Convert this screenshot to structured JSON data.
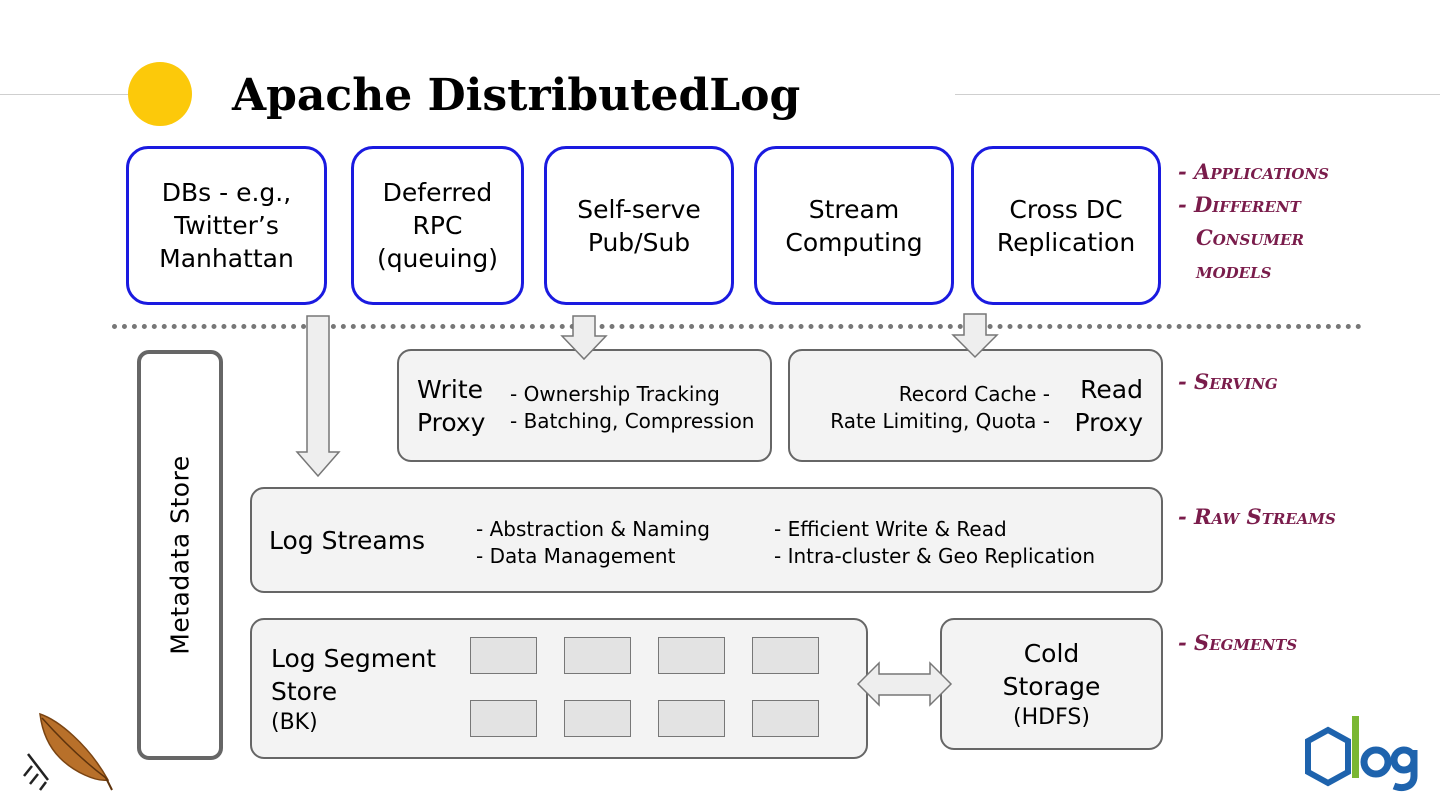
{
  "title": "Apache DistributedLog",
  "applications": [
    {
      "label": "DBs - e.g.,\nTwitter’s\nManhattan"
    },
    {
      "label": "Deferred\nRPC\n(queuing)"
    },
    {
      "label": "Self-serve\nPub/Sub"
    },
    {
      "label": "Stream\nComputing"
    },
    {
      "label": "Cross DC\nReplication"
    }
  ],
  "write_proxy": {
    "title_line1": "Write",
    "title_line2": "Proxy",
    "features": [
      "- Ownership Tracking",
      "- Batching, Compression"
    ]
  },
  "read_proxy": {
    "title_line1": "Read",
    "title_line2": "Proxy",
    "features": [
      "Record Cache -",
      "Rate Limiting, Quota -"
    ]
  },
  "log_streams": {
    "title": "Log Streams",
    "features_left": [
      "- Abstraction & Naming",
      "- Data Management"
    ],
    "features_right": [
      "- Efficient Write & Read",
      "- Intra-cluster & Geo Replication"
    ]
  },
  "log_segment_store": {
    "title_line1": "Log Segment",
    "title_line2": "Store",
    "subtitle": "(BK)"
  },
  "cold_storage": {
    "title_line1": "Cold",
    "title_line2": "Storage",
    "subtitle": "(HDFS)"
  },
  "metadata_store": {
    "label": "Metadata Store"
  },
  "annotations": {
    "applications": [
      "- Applications",
      "- Different",
      "Consumer",
      "models"
    ],
    "serving": "- Serving",
    "raw_streams": "- Raw Streams",
    "segments": "- Segments"
  },
  "colors": {
    "accent_dot": "#fcc90a",
    "app_border": "#1a1ae0",
    "annotation": "#7a1c4b",
    "panel_fill": "#f3f3f3"
  },
  "logos": {
    "left": "feather-logo",
    "right": "distributedlog-logo"
  }
}
